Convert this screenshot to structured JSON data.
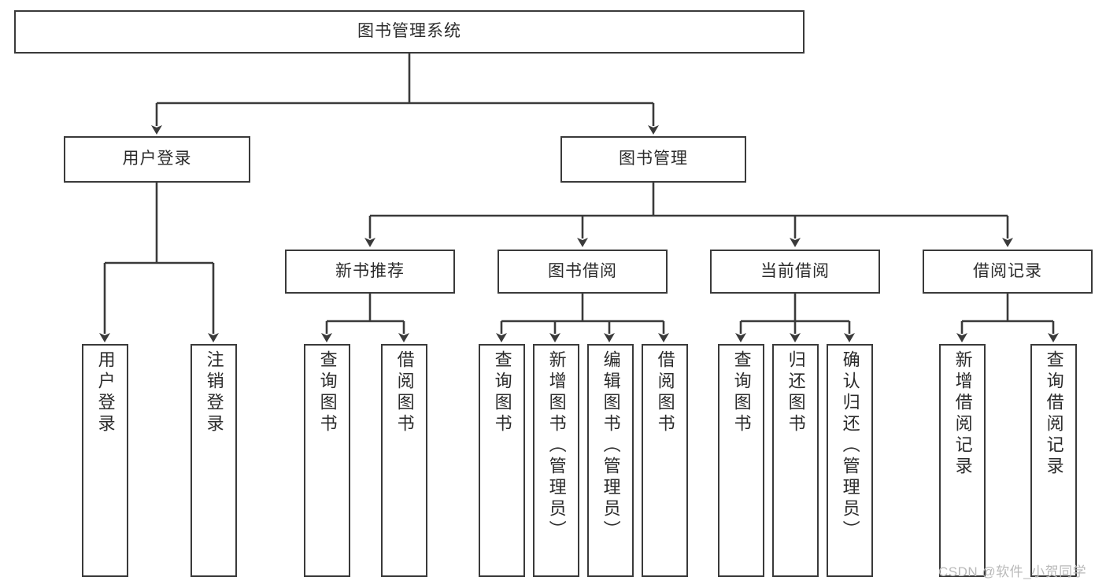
{
  "diagram": {
    "type": "tree-hierarchy",
    "title": "图书管理系统",
    "root": {
      "label": "图书管理系统"
    },
    "level2": [
      {
        "label": "用户登录"
      },
      {
        "label": "图书管理"
      }
    ],
    "level3": [
      {
        "label": "新书推荐"
      },
      {
        "label": "图书借阅"
      },
      {
        "label": "当前借阅"
      },
      {
        "label": "借阅记录"
      }
    ],
    "leaves": {
      "user_login": [
        {
          "label": "用户登录"
        },
        {
          "label": "注销登录"
        }
      ],
      "new_book_recommend": [
        {
          "label": "查询图书"
        },
        {
          "label": "借阅图书"
        }
      ],
      "book_borrow": [
        {
          "label": "查询图书"
        },
        {
          "label": "新增图书（管理员）"
        },
        {
          "label": "编辑图书（管理员）"
        },
        {
          "label": "借阅图书"
        }
      ],
      "current_borrow": [
        {
          "label": "查询图书"
        },
        {
          "label": "归还图书"
        },
        {
          "label": "确认归还（管理员）"
        }
      ],
      "borrow_record": [
        {
          "label": "新增借阅记录"
        },
        {
          "label": "查询借阅记录"
        }
      ]
    }
  },
  "watermark": {
    "text": "CSDN @软件_小贺同学"
  },
  "colors": {
    "box_border": "#3a3a3a",
    "box_fill": "#ffffff",
    "text": "#2b2b2b",
    "wire": "#3a3a3a",
    "watermark": "#b9b9b9"
  }
}
